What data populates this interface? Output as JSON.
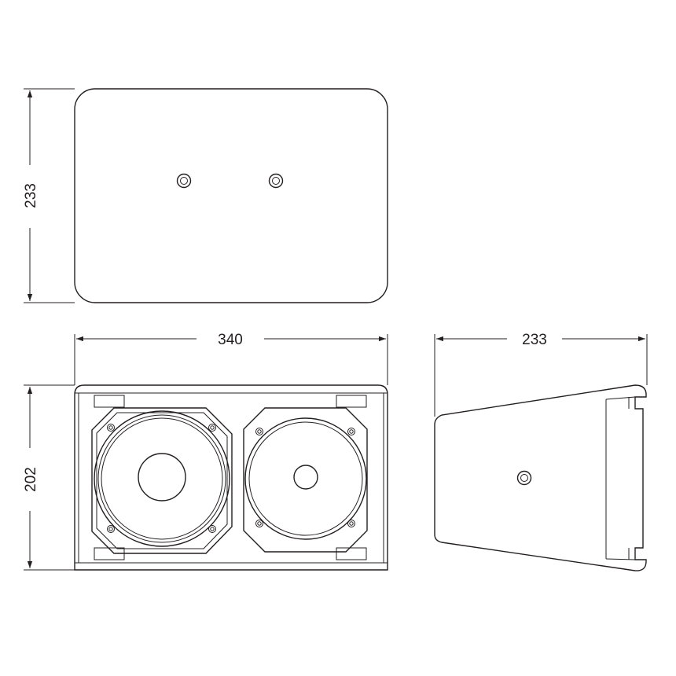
{
  "dimensions": {
    "top_view_height": "233",
    "width": "340",
    "front_height": "202",
    "side_depth": "233"
  },
  "colors": {
    "line": "#231f20",
    "background": "#ffffff"
  }
}
